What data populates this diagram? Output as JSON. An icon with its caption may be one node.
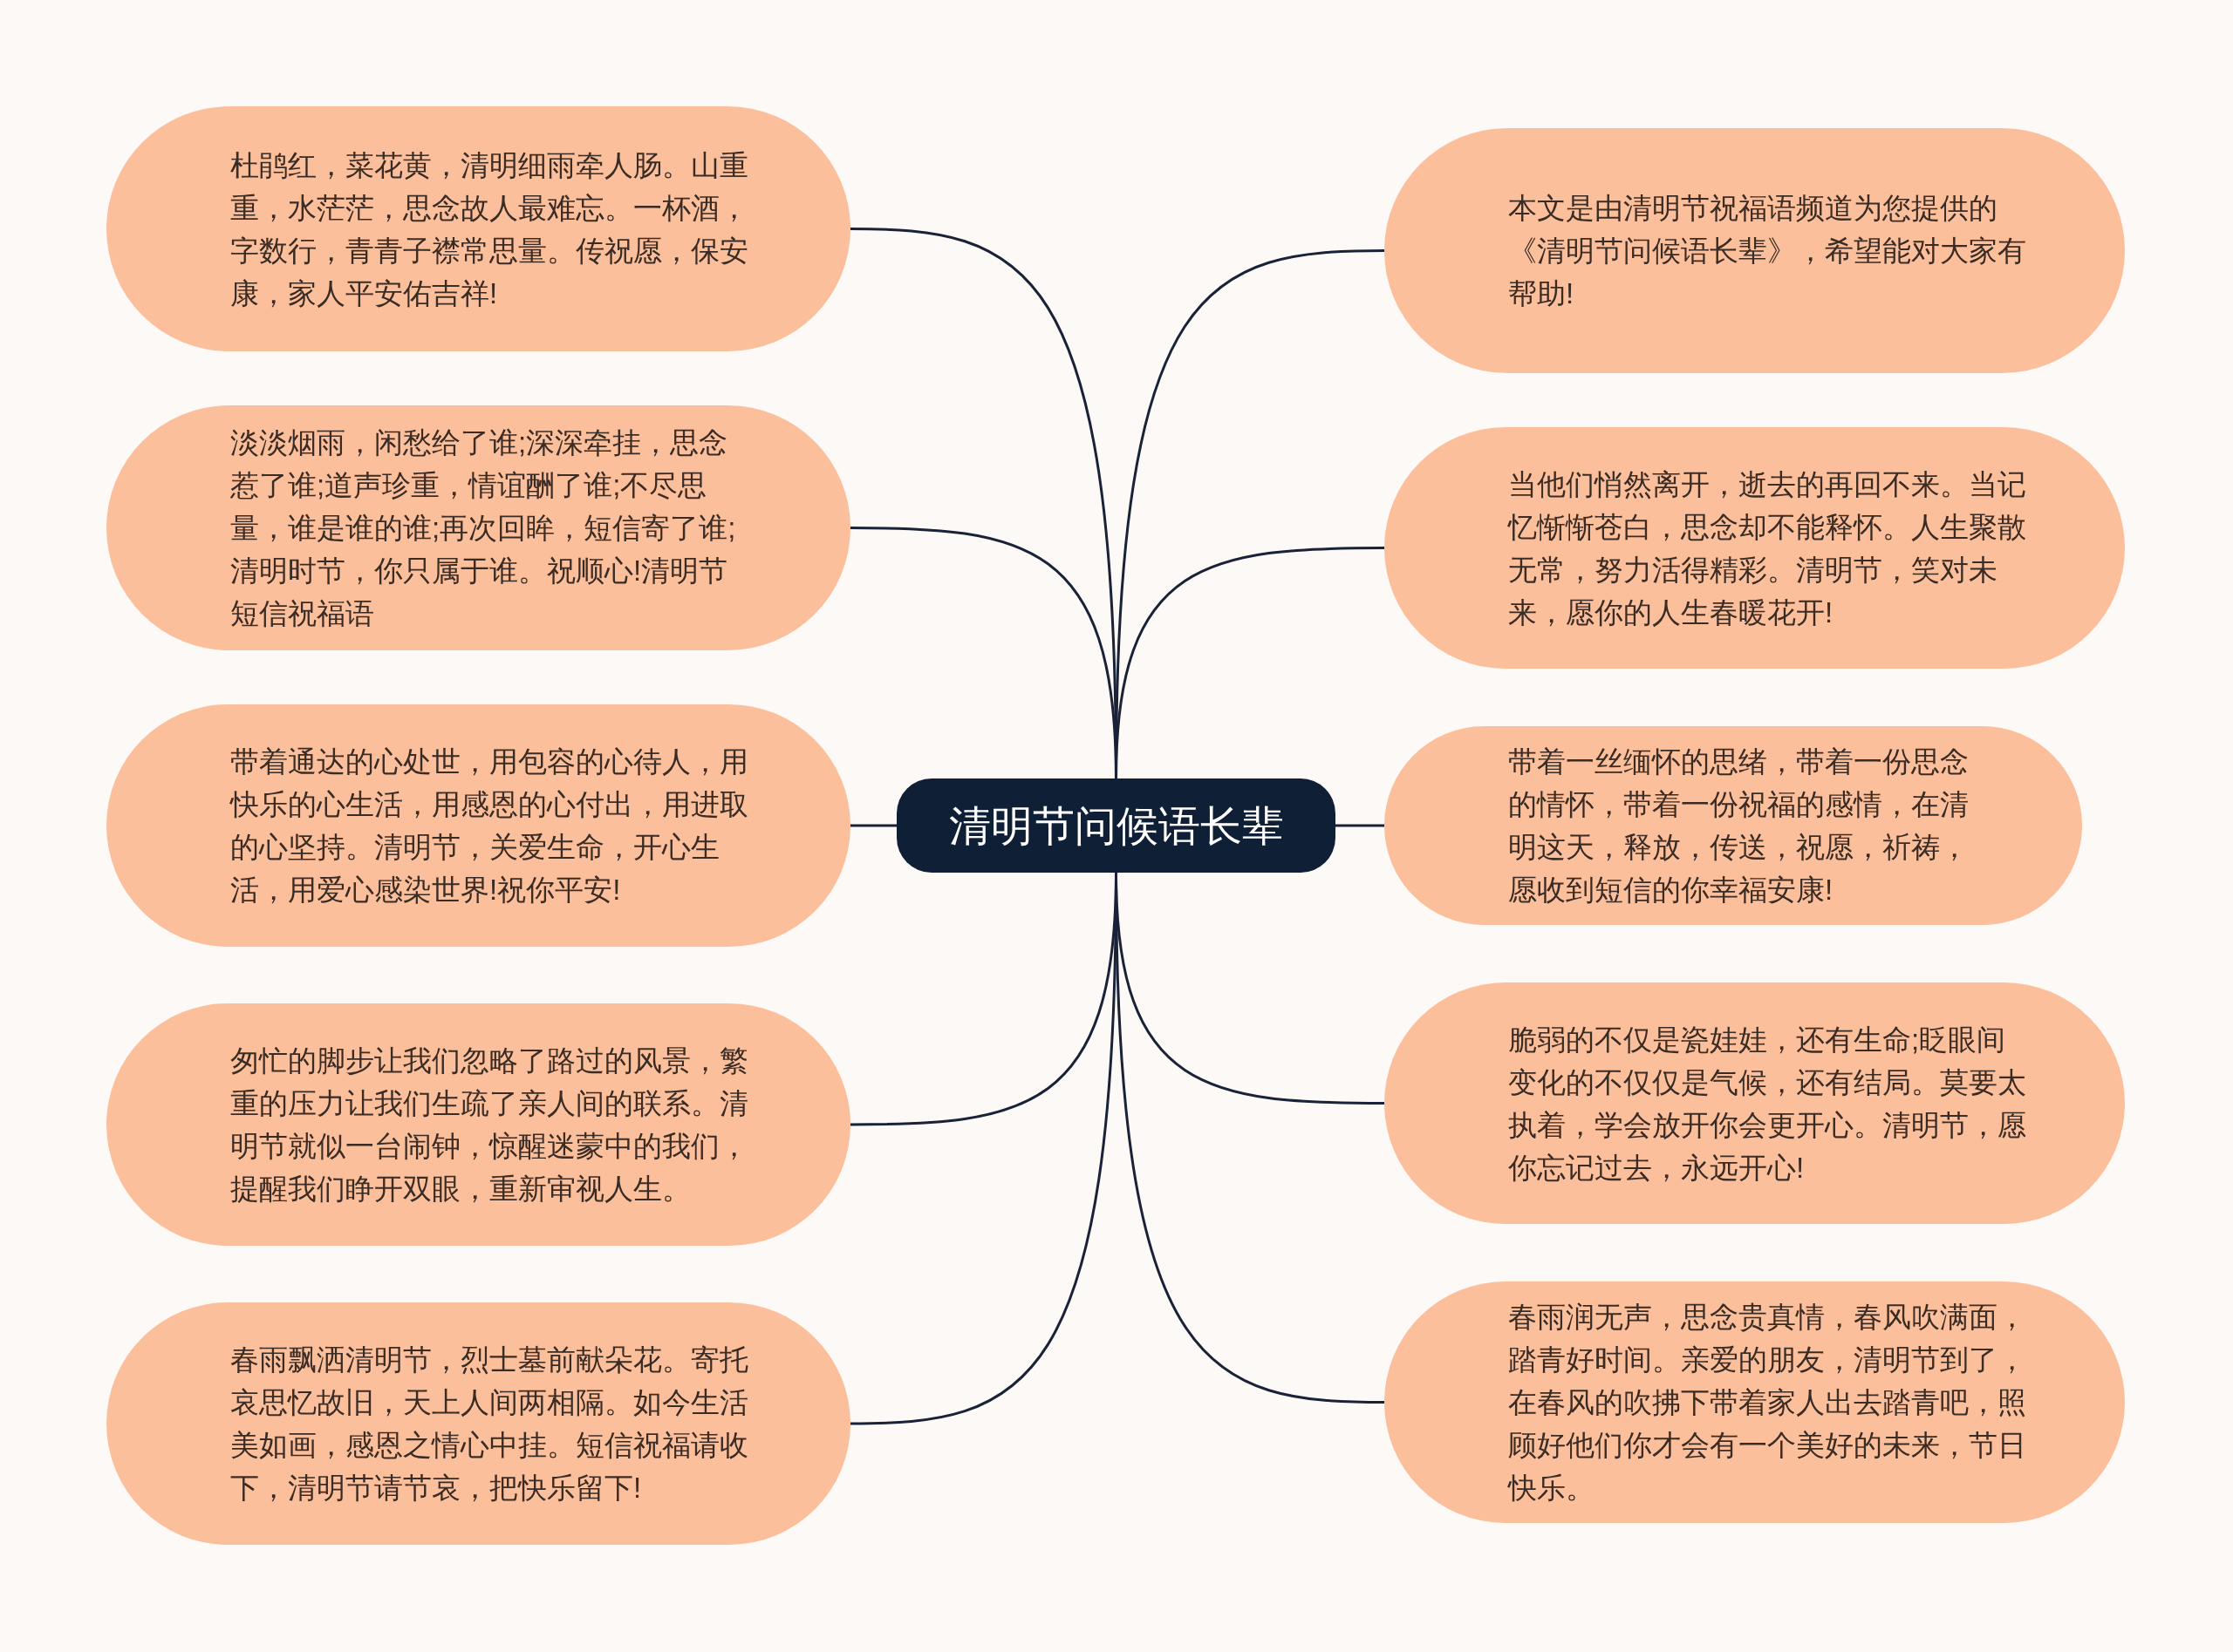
{
  "diagram": {
    "nodes": [
      {
        "text": [
          "清明节问候语长辈"
        ]
      },
      {
        "text": [
          "杜鹃红，菜花黄，清明细雨牵人肠。山重重，水茫茫，思念故人最难忘。一杯酒，字数行，青青子襟常思量。传祝愿，保安康，家人平安佑吉祥!"
        ]
      },
      {
        "text": [
          "淡淡烟雨，闲愁给了谁;深深牵挂，思念惹了谁;道声珍重，情谊酬了谁;不尽思量，谁是谁的谁;再次回眸，短信寄了谁;清明时节，你只属于谁。祝顺心!清明节短信祝福语"
        ]
      },
      {
        "text": [
          "带着通达的心处世，用包容的心待人，用快乐的心生活，用感恩的心付出，用进取的心坚持。清明节，关爱生命，开心生活，用爱心感染世界!祝你平安!"
        ]
      },
      {
        "text": [
          "匆忙的脚步让我们忽略了路过的风景，繁重的压力让我们生疏了亲人间的联系。清明节就似一台闹钟，惊醒迷蒙中的我们，提醒我们睁开双眼，重新审视人生。"
        ]
      },
      {
        "text": [
          "春雨飘洒清明节，烈士墓前献朵花。寄托哀思忆故旧，天上人间两相隔。如今生活美如画，感恩之情心中挂。短信祝福请收下，清明节请节哀，把快乐留下!"
        ]
      },
      {
        "text": [
          "本文是由清明节祝福语频道为您提供的《清明节问候语长辈》，希望能对大家有帮助!"
        ]
      },
      {
        "text": [
          "当他们悄然离开，逝去的再回不来。当记忆惭惭苍白，思念却不能释怀。人生聚散无常，努力活得精彩。清明节，笑对未来，愿你的人生春暖花开!"
        ]
      },
      {
        "text": [
          "带着一丝缅怀的思绪，带着一份思念的情怀，带着一份祝福的感情，在清明这天，释放，传送，祝愿，祈祷，愿收到短信的你幸福安康!"
        ]
      },
      {
        "text": [
          "脆弱的不仅是瓷娃娃，还有生命;眨眼间变化的不仅仅是气候，还有结局。莫要太执着，学会放开你会更开心。清明节，愿你忘记过去，永远开心!"
        ]
      },
      {
        "text": [
          "春雨润无声，思念贵真情，春风吹满面，踏青好时间。亲爱的朋友，清明节到了，在春风的吹拂下带着家人出去踏青吧，照顾好他们你才会有一个美好的未来，节日快乐。"
        ]
      }
    ],
    "edges": [
      {
        "from": 0,
        "to": 1,
        "arrow": "none"
      },
      {
        "from": 0,
        "to": 2,
        "arrow": "none"
      },
      {
        "from": 0,
        "to": 3,
        "arrow": "none"
      },
      {
        "from": 0,
        "to": 4,
        "arrow": "none"
      },
      {
        "from": 0,
        "to": 5,
        "arrow": "none"
      },
      {
        "from": 0,
        "to": 6,
        "arrow": "none"
      },
      {
        "from": 0,
        "to": 7,
        "arrow": "none"
      },
      {
        "from": 0,
        "to": 8,
        "arrow": "none"
      },
      {
        "from": 0,
        "to": 9,
        "arrow": "none"
      },
      {
        "from": 0,
        "to": 10,
        "arrow": "none"
      }
    ]
  }
}
